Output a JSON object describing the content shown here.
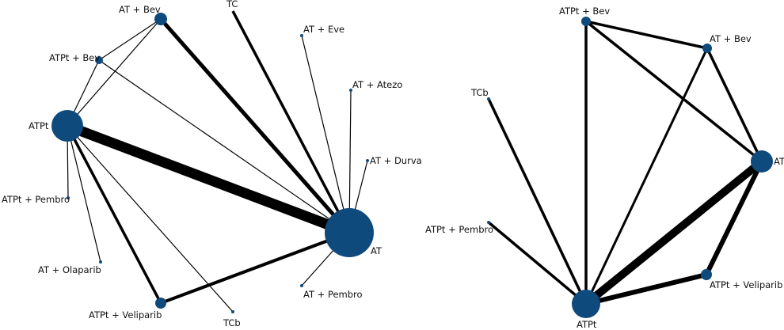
{
  "colors": {
    "node": "#0f4a7c",
    "edge": "#000000",
    "background": "#ffffff"
  },
  "networks": [
    {
      "id": "left",
      "nodes": [
        {
          "id": "AT_Bev",
          "label": "AT + Bev"
        },
        {
          "id": "TC",
          "label": "TC"
        },
        {
          "id": "AT_Eve",
          "label": "AT + Eve"
        },
        {
          "id": "ATPt_Bev",
          "label": "ATPt + Bev"
        },
        {
          "id": "AT_Atezo",
          "label": "AT + Atezo"
        },
        {
          "id": "ATPt",
          "label": "ATPt"
        },
        {
          "id": "AT_Durva",
          "label": "AT + Durva"
        },
        {
          "id": "ATPt_Pembro",
          "label": "ATPt + Pembro"
        },
        {
          "id": "AT",
          "label": "AT"
        },
        {
          "id": "AT_Olaparib",
          "label": "AT + Olaparib"
        },
        {
          "id": "AT_Pembro",
          "label": "AT + Pembro"
        },
        {
          "id": "ATPt_Veli",
          "label": "ATPt + Veliparib"
        },
        {
          "id": "TCb",
          "label": "TCb"
        }
      ]
    },
    {
      "id": "right",
      "nodes": [
        {
          "id": "ATPt_Bev",
          "label": "ATPt + Bev"
        },
        {
          "id": "AT_Bev",
          "label": "AT + Bev"
        },
        {
          "id": "TCb",
          "label": "TCb"
        },
        {
          "id": "AT",
          "label": "AT"
        },
        {
          "id": "ATPt_Pembro",
          "label": "ATPt + Pembro"
        },
        {
          "id": "ATPt_Veli",
          "label": "ATPt + Veliparib"
        },
        {
          "id": "ATPt",
          "label": "ATPt"
        }
      ]
    }
  ]
}
